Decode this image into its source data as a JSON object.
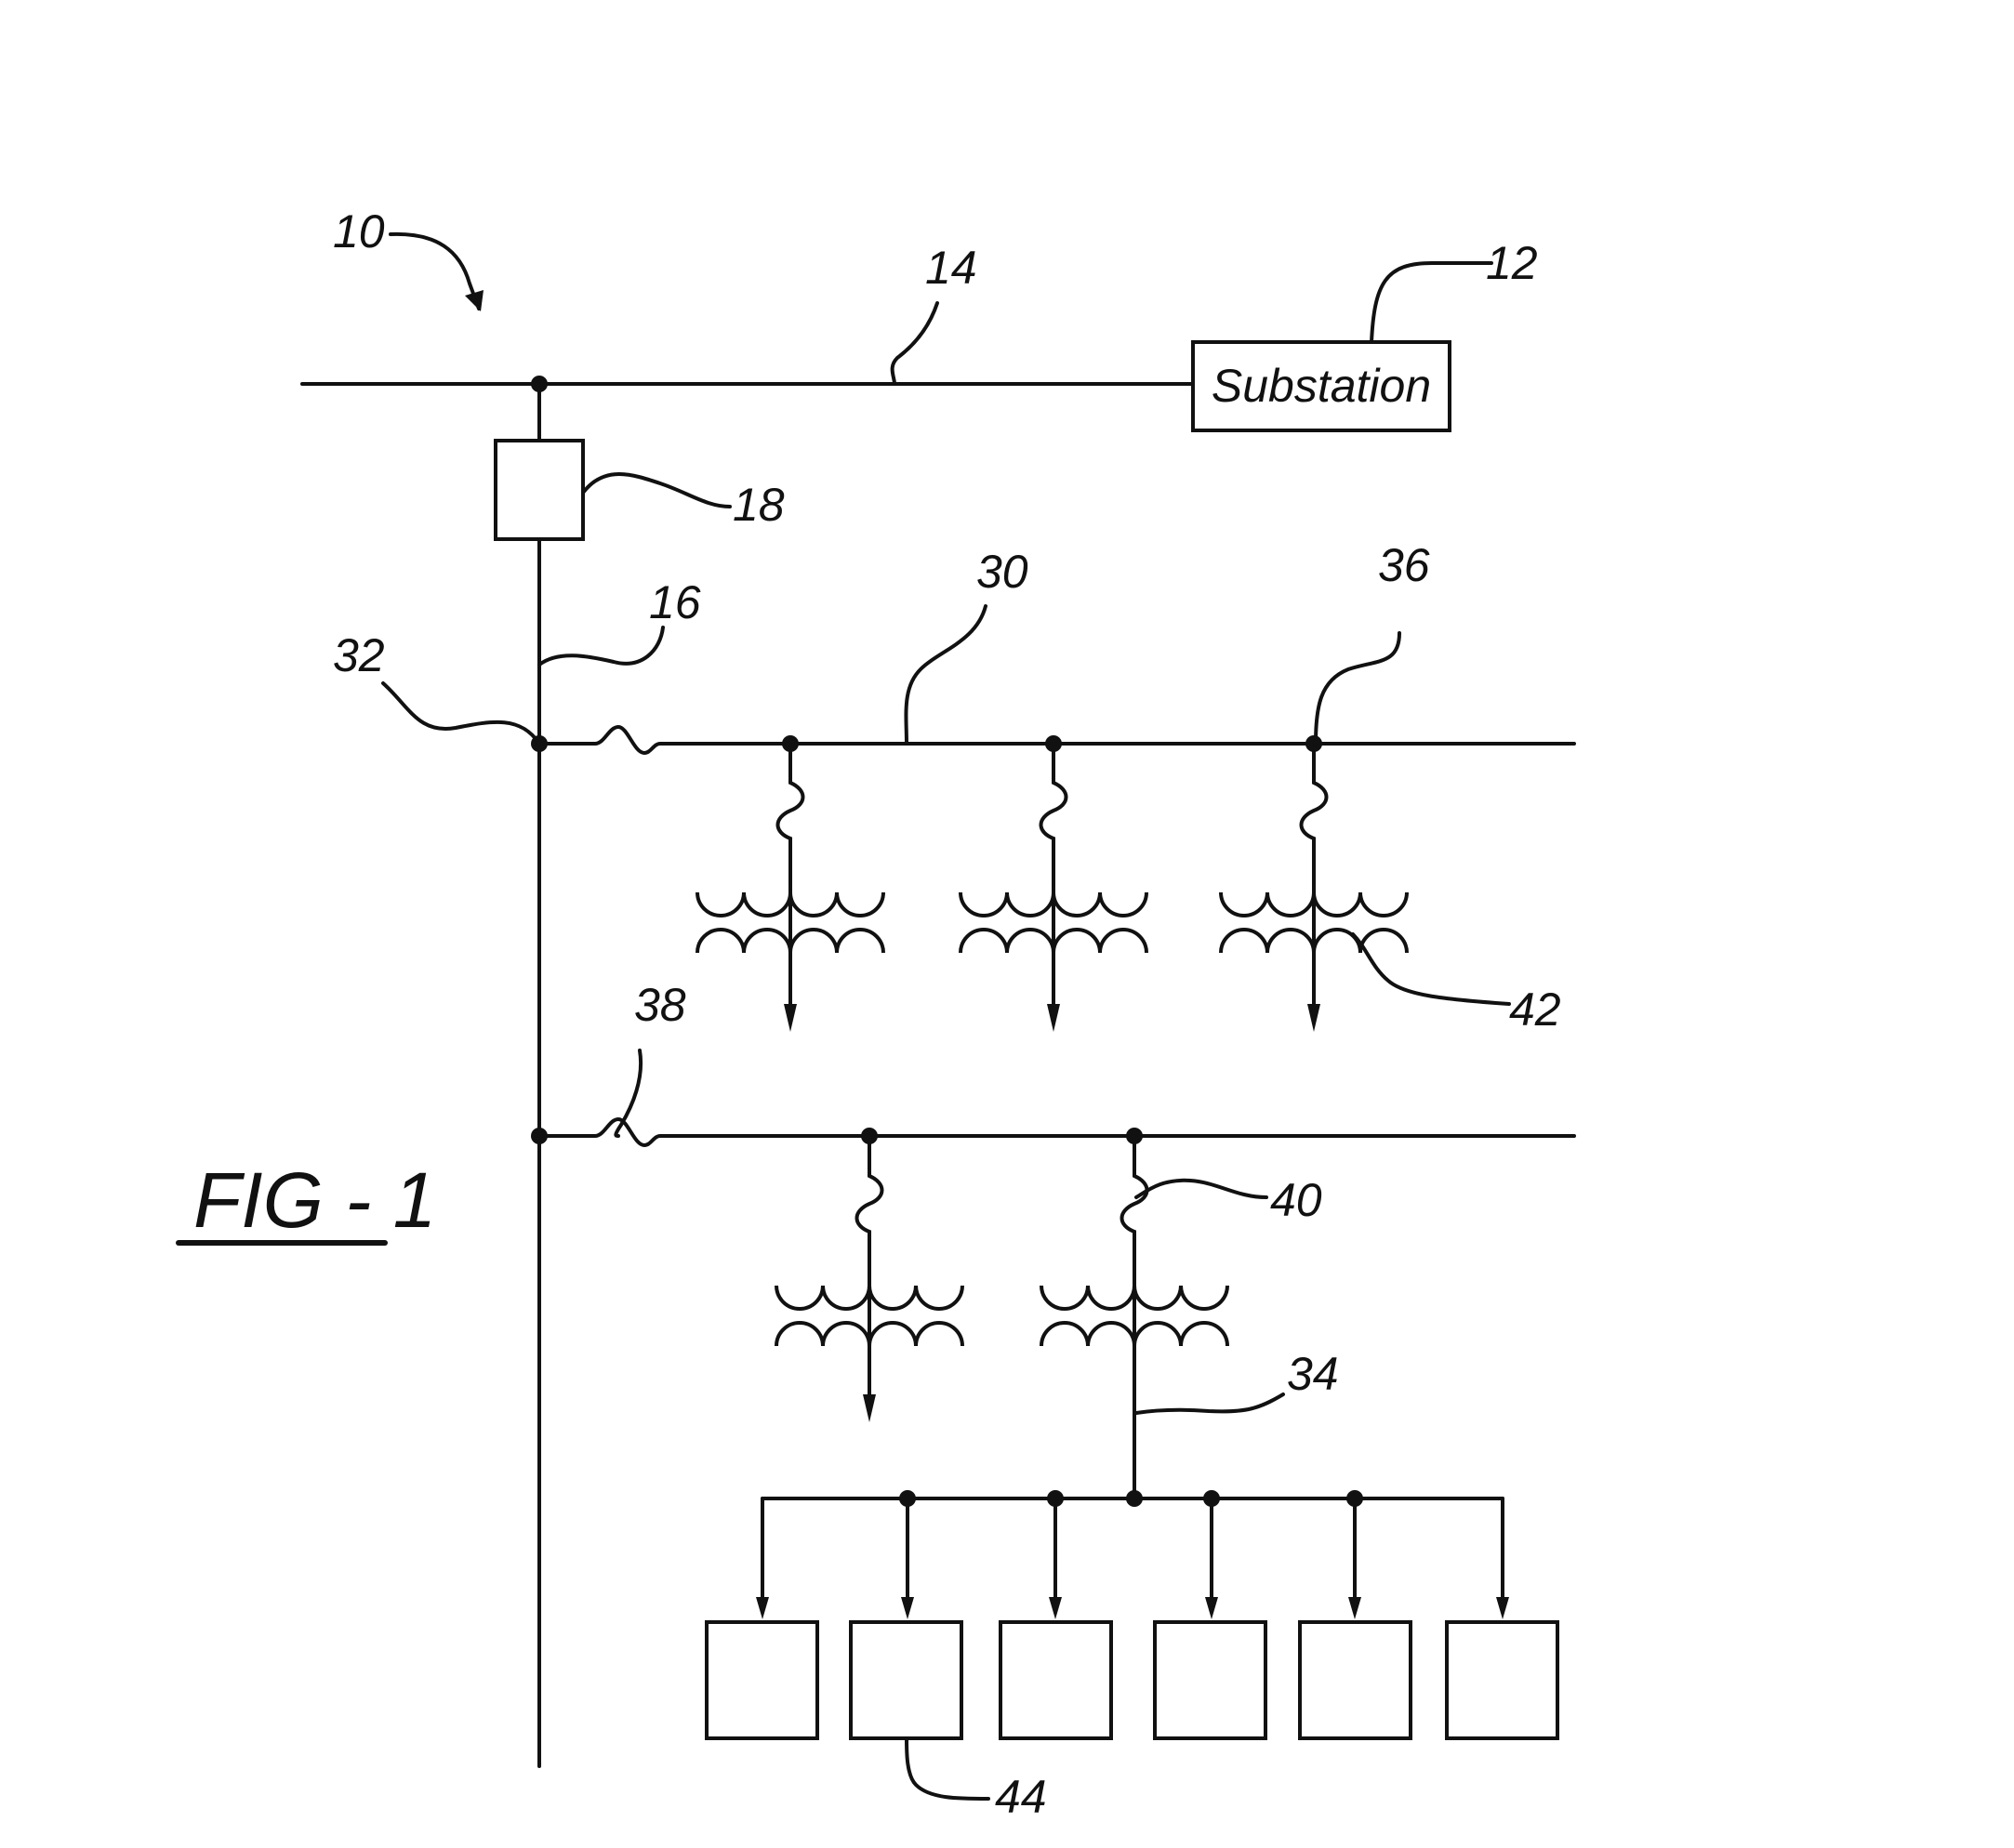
{
  "figure_label": "FIG - 1",
  "substation": {
    "label": "Substation"
  },
  "refs": {
    "r10": "10",
    "r12": "12",
    "r14": "14",
    "r16": "16",
    "r18": "18",
    "r30": "30",
    "r32": "32",
    "r34": "34",
    "r36": "36",
    "r38": "38",
    "r40": "40",
    "r42": "42",
    "r44": "44"
  }
}
